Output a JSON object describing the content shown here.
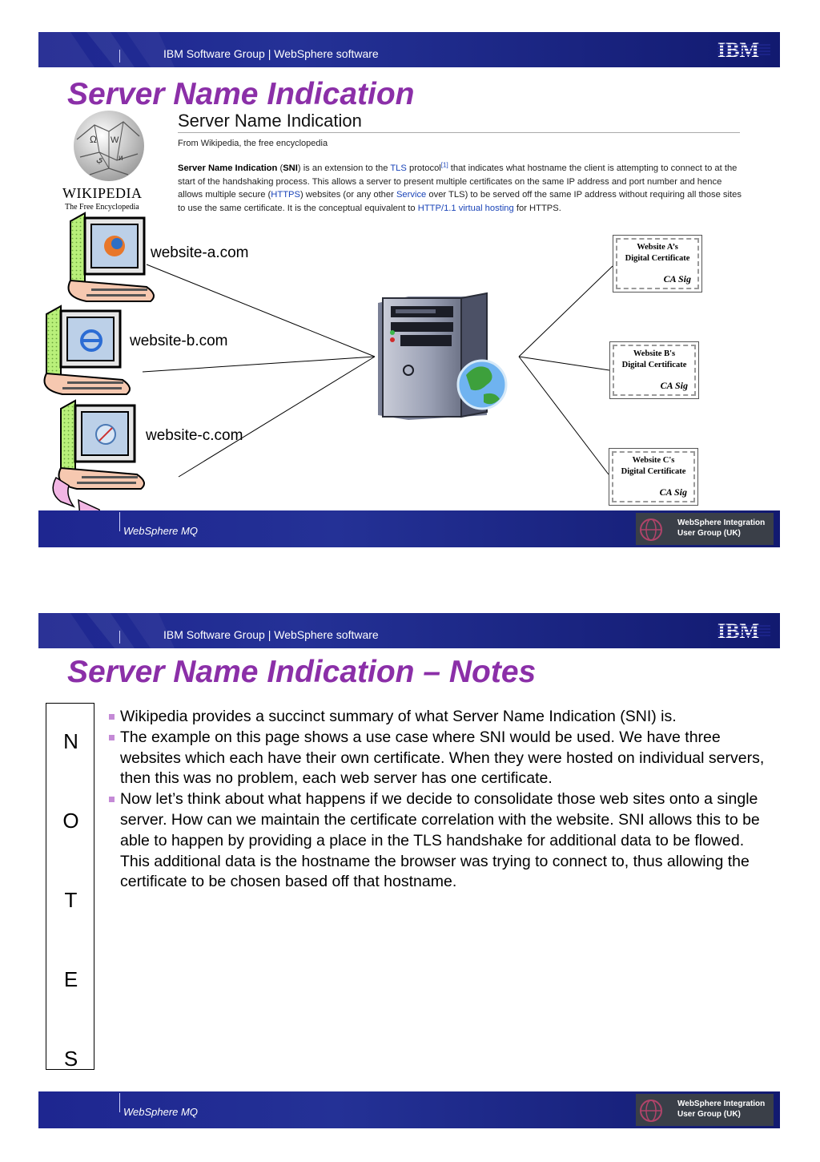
{
  "slide1": {
    "header": {
      "group": "IBM Software Group | WebSphere software",
      "logo": "IBM"
    },
    "title": "Server Name Indication",
    "wiki": {
      "logo_word": "Wikipedia",
      "logo_sub": "The Free Encyclopedia",
      "heading": "Server Name Indication",
      "from": "From Wikipedia, the free encyclopedia",
      "p_b1": "Server Name Indication",
      "p_t1": " (",
      "p_b2": "SNI",
      "p_t2": ") is an extension to the ",
      "p_l1": "TLS",
      "p_t3": " protocol",
      "p_sup": "[1]",
      "p_t4": " that indicates what hostname the client is attempting to connect to at the start of the handshaking process. This allows a server to present multiple certificates on the same IP address and port number and hence allows multiple secure (",
      "p_l2": "HTTPS",
      "p_t5": ") websites (or any other ",
      "p_l3": "Service",
      "p_t6": " over TLS) to be served off the same IP address without requiring all those sites to use the same certificate. It is the conceptual equivalent to ",
      "p_l4": "HTTP/1.1 virtual hosting",
      "p_t7": " for HTTPS."
    },
    "sites": [
      "website-a.com",
      "website-b.com",
      "website-c.com"
    ],
    "certs": [
      {
        "line1": "Website A’s",
        "line2": "Digital Certificate",
        "sig": "CA Sig"
      },
      {
        "line1": "Website B's",
        "line2": "Digital Certificate",
        "sig": "CA Sig"
      },
      {
        "line1": "Website C's",
        "line2": "Digital Certificate",
        "sig": "CA Sig"
      }
    ],
    "footer": {
      "product": "WebSphere MQ",
      "badge_line1": "WebSphere Integration",
      "badge_line2": "User Group (UK)"
    }
  },
  "slide2": {
    "header": {
      "group": "IBM Software Group | WebSphere software",
      "logo": "IBM"
    },
    "title": "Server Name Indication – Notes",
    "notes_letters": [
      "N",
      "O",
      "T",
      "E",
      "S"
    ],
    "notes": [
      "Wikipedia provides a succinct summary of what Server Name Indication (SNI) is.",
      "The example on this page shows a use case where SNI would be used. We have three websites which each have their own certificate. When they were hosted on individual servers, then this was no problem, each web server has one certificate.",
      "Now let’s think about what happens if we decide to consolidate those web sites onto a single server. How can we maintain the certificate correlation with the website. SNI allows this to be able to happen by providing a place in the TLS handshake for additional data to be flowed. This additional data is the hostname the browser was trying to connect to, thus allowing the certificate to be chosen based off that hostname."
    ],
    "footer": {
      "product": "WebSphere MQ",
      "badge_line1": "WebSphere Integration",
      "badge_line2": "User Group (UK)"
    }
  },
  "colors": {
    "title": "#8b2fa8",
    "bar": "#1e2690",
    "link": "#1a44b8"
  }
}
